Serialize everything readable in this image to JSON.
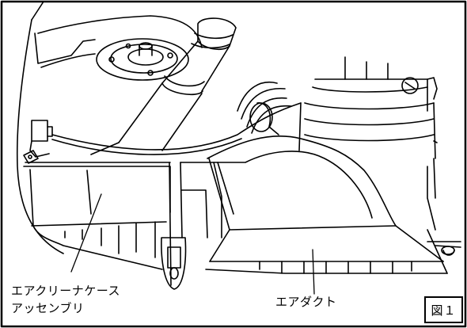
{
  "diagram": {
    "labels": {
      "aircleaner_line1": "エアクリーナケース",
      "aircleaner_line2": "アッセンブリ",
      "airduct": "エアダクト",
      "figure": "図１"
    },
    "stroke_color": "#000000",
    "background_color": "#ffffff"
  }
}
